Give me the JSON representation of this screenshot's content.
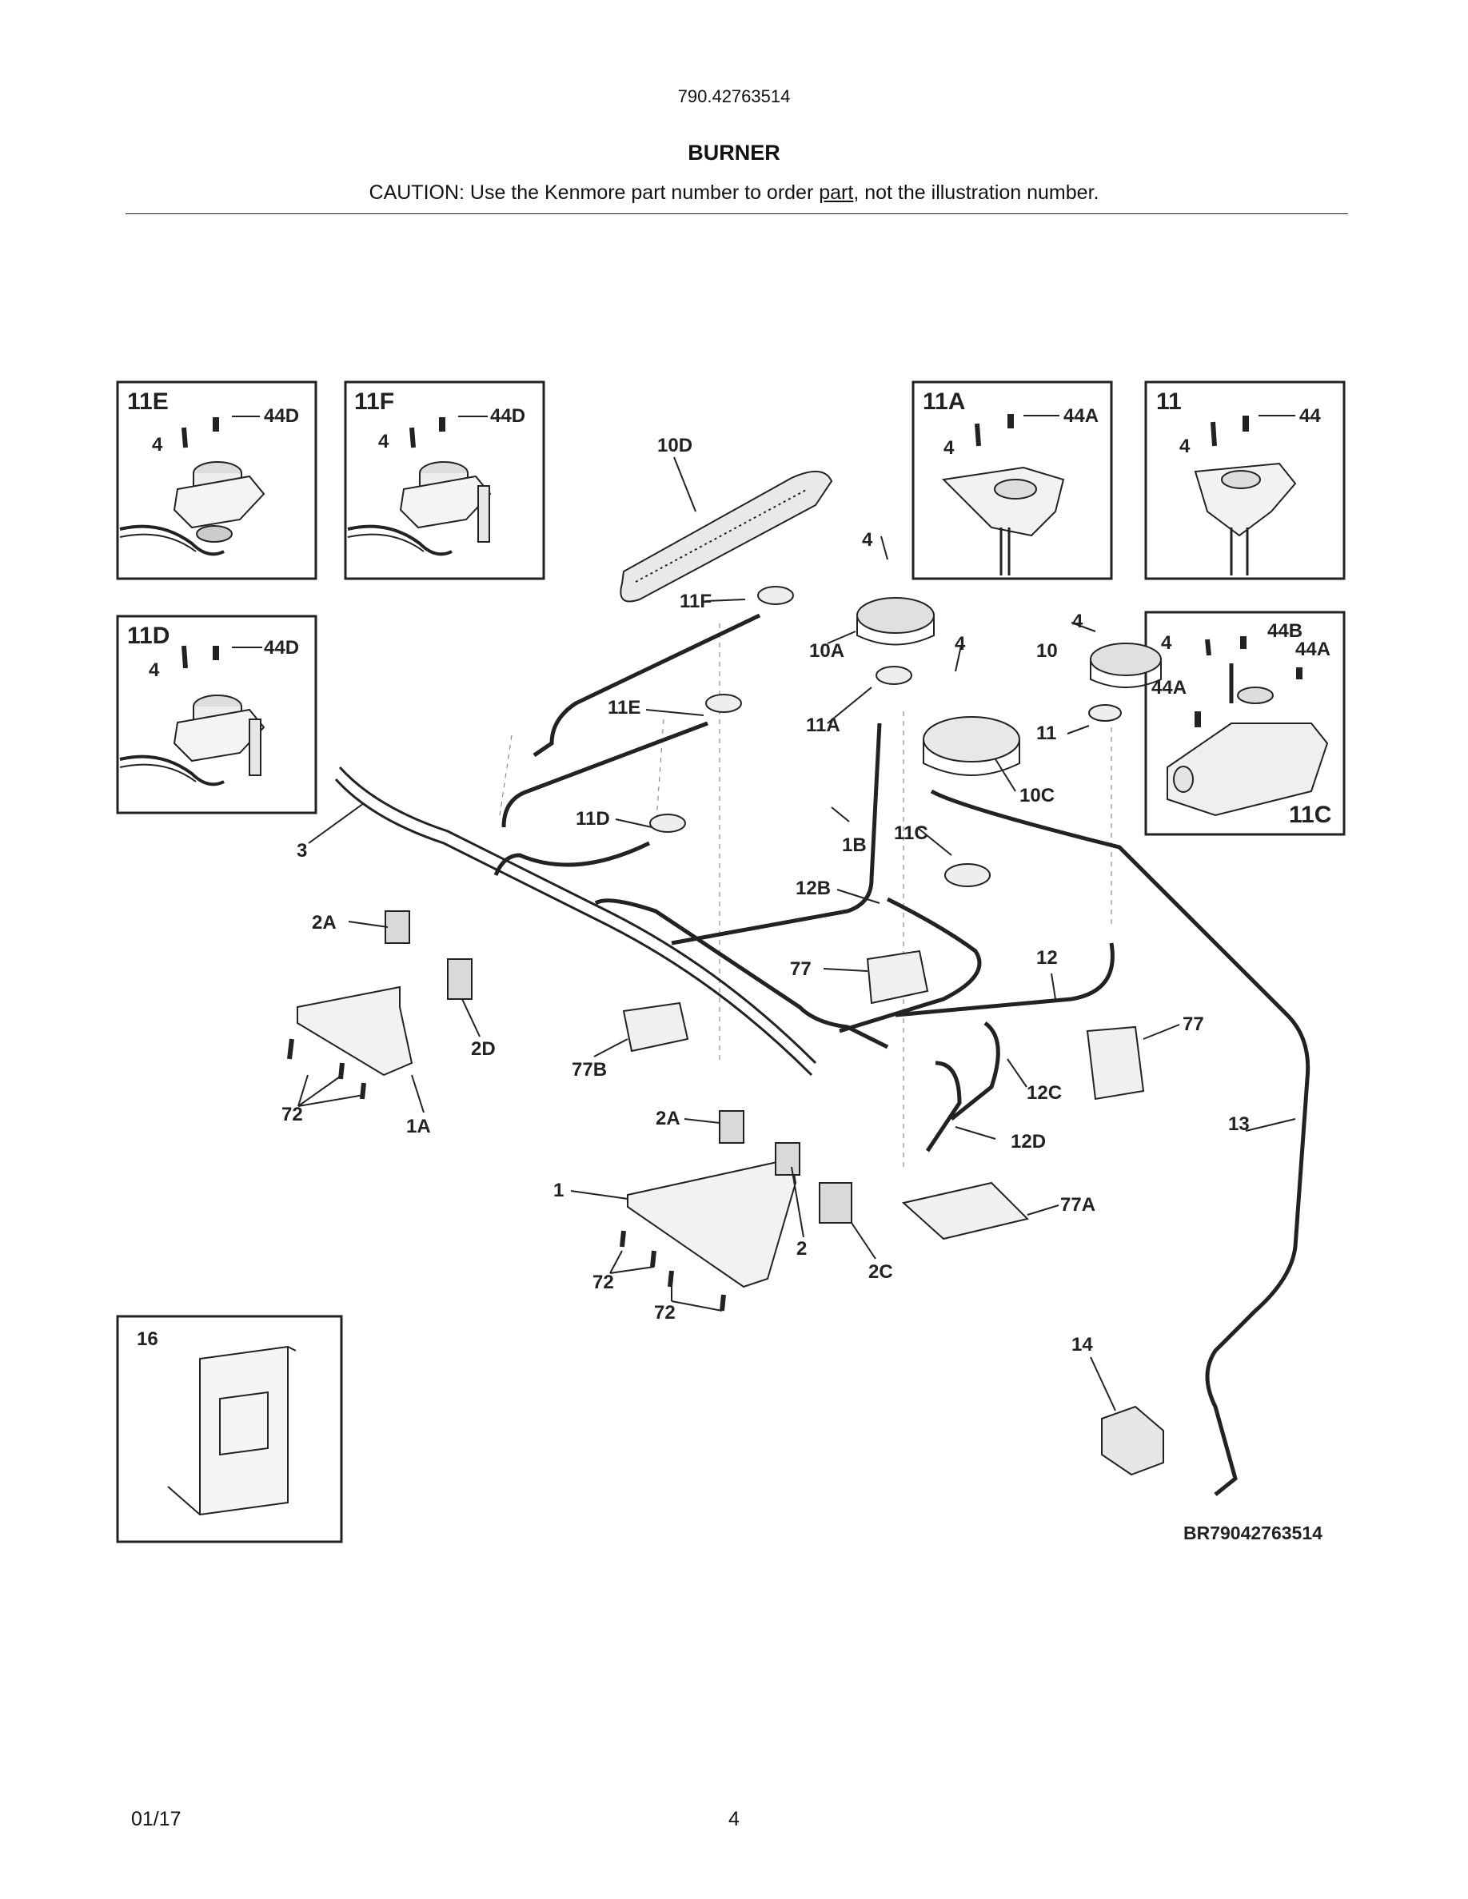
{
  "header": {
    "model": "790.42763514",
    "title": "BURNER",
    "caution_prefix": "CAUTION: Use the Kenmore part number to order ",
    "caution_link": "part",
    "caution_suffix": ", not the illustration number."
  },
  "insets": {
    "11E": {
      "id": "11E",
      "screw": "4",
      "cap": "44D"
    },
    "11F": {
      "id": "11F",
      "screw": "4",
      "cap": "44D"
    },
    "11A": {
      "id": "11A",
      "screw": "4",
      "cap": "44A"
    },
    "11": {
      "id": "11",
      "screw": "4",
      "cap": "44"
    },
    "11D": {
      "id": "11D",
      "screw": "4",
      "cap": "44D"
    },
    "11C": {
      "id": "11C",
      "screw": "4",
      "cap_a": "44B",
      "cap_b": "44A",
      "cap_c": "44A"
    },
    "16": {
      "id": "16"
    }
  },
  "callouts": {
    "c10D": "10D",
    "c11F": "11F",
    "c4a": "4",
    "c10A": "10A",
    "c4b": "4",
    "c4c": "4",
    "c10": "10",
    "c11E": "11E",
    "c11A": "11A",
    "c10C": "10C",
    "c11": "11",
    "c3": "3",
    "c11D": "11D",
    "c1B": "1B",
    "c11C": "11C",
    "c2A": "2A",
    "c12B": "12B",
    "c77": "77",
    "c12": "12",
    "c2D": "2D",
    "c77right": "77",
    "c77B": "77B",
    "c12C": "12C",
    "c72a": "72",
    "c1A": "1A",
    "c2Ab": "2A",
    "c13": "13",
    "c12D": "12D",
    "c1": "1",
    "c77A": "77A",
    "c2": "2",
    "c2C": "2C",
    "c72b": "72",
    "c72c": "72",
    "c14": "14"
  },
  "diagram_ref": "BR79042763514",
  "footer": {
    "date": "01/17",
    "page": "4"
  }
}
